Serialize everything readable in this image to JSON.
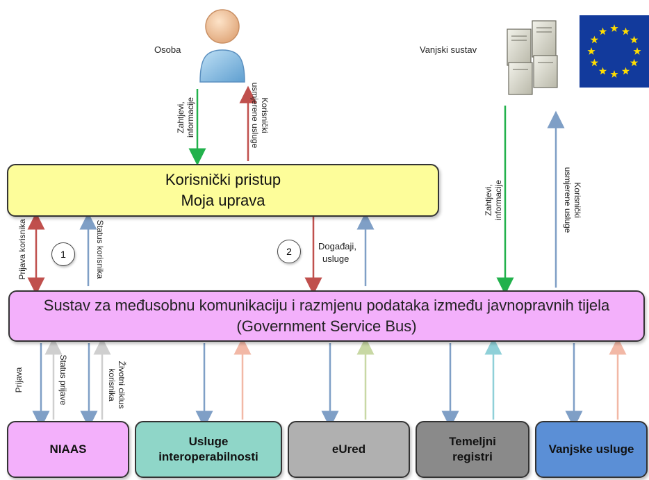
{
  "actors": {
    "person": "Osoba",
    "external_system": "Vanjski sustav"
  },
  "portal": {
    "line1": "Korisnički pristup",
    "line2": "Moja uprava"
  },
  "bus": {
    "line1": "Sustav za međusobnu komunikaciju i razmjenu podataka između javnopravnih tijela",
    "line2": "(Government Service Bus)"
  },
  "flows": {
    "person_requests": [
      "Zahtjevi,",
      "informacije"
    ],
    "person_services": [
      "Korisnički",
      "usmjerene usluge"
    ],
    "login": "Prijava korisnika",
    "user_status": "Status korisnika",
    "events": [
      "Događaji,",
      "usluge"
    ],
    "ext_requests": [
      "Zahtjevi,",
      "informacije"
    ],
    "ext_services": [
      "Korisnički",
      "usmjerene usluge"
    ],
    "niaas_login": "Prijava",
    "niaas_status": "Status prijave",
    "lifecycle": [
      "Životni ciklus",
      "korisnika"
    ]
  },
  "markers": {
    "one": "1",
    "two": "2"
  },
  "services": [
    {
      "line1": "NIAAS",
      "line2": "",
      "color": "#f3b0fb"
    },
    {
      "line1": "Usluge",
      "line2": "interoperabilnosti",
      "color": "#8fd6c8"
    },
    {
      "line1": "eUred",
      "line2": "",
      "color": "#b0b0b0"
    },
    {
      "line1": "Temeljni",
      "line2": "registri",
      "color": "#8a8a8a"
    },
    {
      "line1": "Vanjske usluge",
      "line2": "",
      "color": "#5b8fd6"
    }
  ],
  "colors": {
    "green": "#22b14c",
    "red": "#c0504d",
    "blue": "#7f9fc6",
    "pink": "#f3b0fb",
    "yellow": "#fdfd9a"
  }
}
